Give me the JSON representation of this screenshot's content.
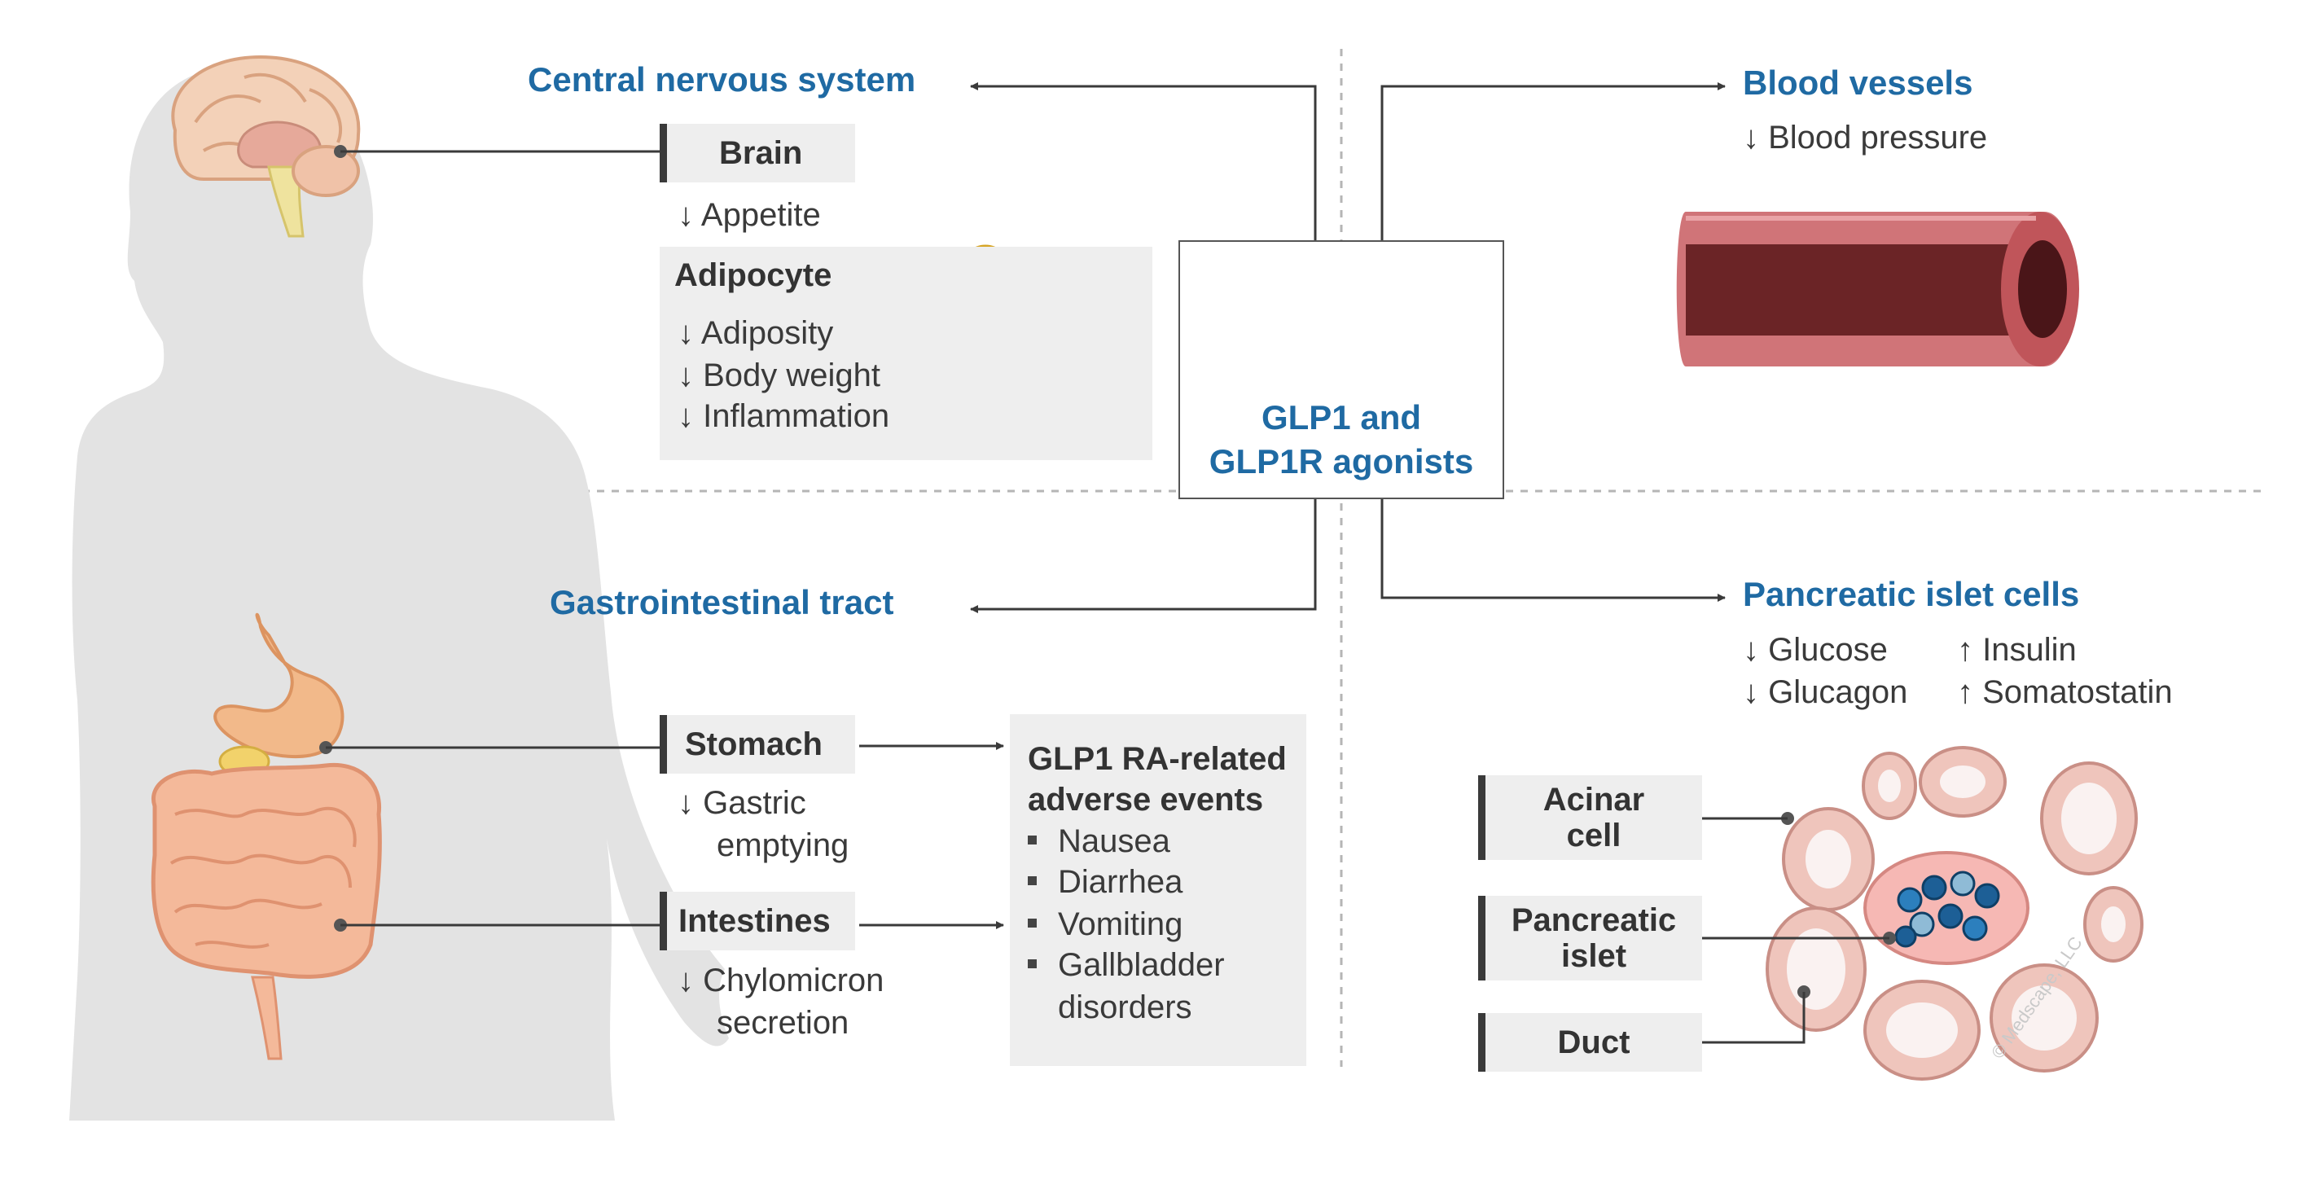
{
  "center": {
    "line1": "GLP1 and",
    "line2": "GLP1R agonists"
  },
  "cns": {
    "title": "Central nervous system"
  },
  "brain": {
    "label": "Brain",
    "effect": "↓ Appetite"
  },
  "adipocyte": {
    "title": "Adipocyte",
    "effects": [
      "↓ Adiposity",
      "↓ Body weight",
      "↓ Inflammation"
    ]
  },
  "blood": {
    "title": "Blood vessels",
    "effect": "↓ Blood pressure"
  },
  "gi": {
    "title": "Gastrointestinal tract"
  },
  "stomach": {
    "label": "Stomach",
    "effect1": "↓ Gastric",
    "effect2": "emptying"
  },
  "intestines": {
    "label": "Intestines",
    "effect1": "↓ Chylomicron",
    "effect2": "secretion"
  },
  "adverse": {
    "title1": "GLP1 RA-related",
    "title2": "adverse events",
    "items": [
      "Nausea",
      "Diarrhea",
      "Vomiting",
      "Gallbladder"
    ],
    "last_line": "disorders"
  },
  "pancreas": {
    "title": "Pancreatic islet cells",
    "effects": [
      "↓ Glucose",
      "↑ Insulin",
      "↓ Glucagon",
      "↑ Somatostatin"
    ],
    "acinar": {
      "line1": "Acinar",
      "line2": "cell"
    },
    "islet": {
      "line1": "Pancreatic",
      "line2": "islet"
    },
    "duct": "Duct"
  },
  "credit": "© Medscape, LLC",
  "colors": {
    "accent": "#1f6aa3",
    "label_bg": "#eeeeee",
    "silhouette": "#e3e3e3",
    "vessel": "#c0555a"
  }
}
